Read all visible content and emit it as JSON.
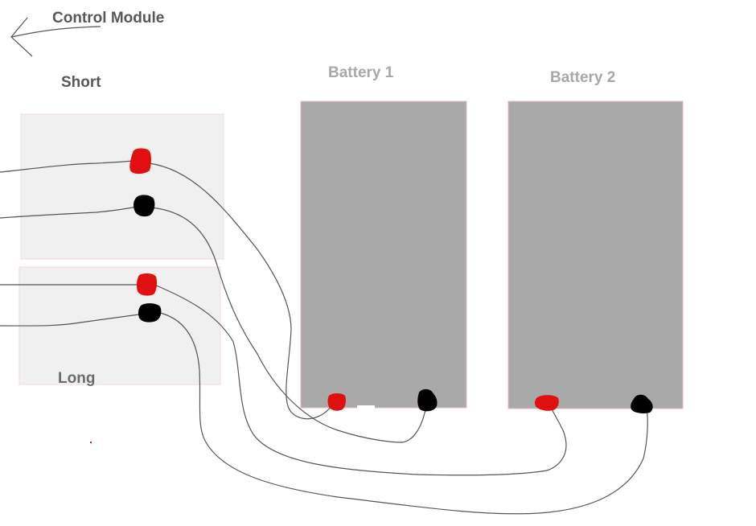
{
  "diagram": {
    "control_module_label": "Control Module",
    "short_label": "Short",
    "long_label": "Long",
    "battery1_label": "Battery 1",
    "battery2_label": "Battery 2",
    "icons": {
      "arrow": "left-arrow-icon",
      "positive_terminal": "red-terminal-dot",
      "negative_terminal": "black-terminal-dot"
    },
    "colors": {
      "battery_fill": "#a9a9a9",
      "panel_fill": "#f0f0f0",
      "positive": "#e01010",
      "negative": "#000000",
      "wire": "#555555"
    }
  }
}
